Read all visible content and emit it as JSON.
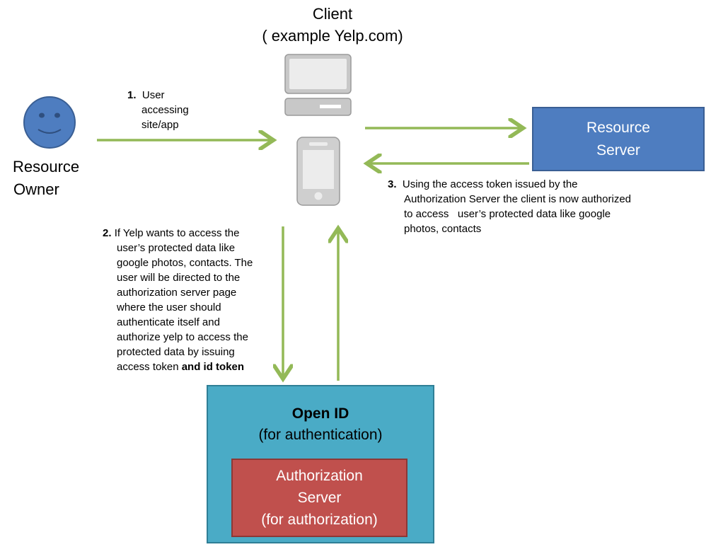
{
  "client": {
    "title_line1": "Client",
    "title_line2": "( example Yelp.com)"
  },
  "resource_owner": {
    "label_line1": "Resource",
    "label_line2": "Owner"
  },
  "resource_server": {
    "label_line1": "Resource",
    "label_line2": "Server"
  },
  "step1": {
    "number": "1.",
    "line1": "User",
    "line2": "accessing",
    "line3": "site/app"
  },
  "step2": {
    "number": "2.",
    "line1": "If Yelp wants to access the",
    "line2": "user’s protected data like",
    "line3": "google photos, contacts. The",
    "line4": "user will be directed to the",
    "line5": "authorization server page",
    "line6": "where the user should",
    "line7": "authenticate itself and",
    "line8": "authorize yelp to access the",
    "line9": "protected data by issuing",
    "line10_plain": "access token ",
    "line10_bold": "and id token"
  },
  "step3": {
    "number": "3.",
    "line1": "Using the access token issued by the",
    "line2": "Authorization Server the client is now authorized",
    "line3": "to access   user’s protected data like google",
    "line4": "photos, contacts"
  },
  "openid": {
    "title": "Open ID",
    "subtitle": "(for authentication)"
  },
  "authorization_server": {
    "line1": "Authorization",
    "line2": "Server",
    "line3": "(for authorization)"
  },
  "colors": {
    "arrow": "#93b957",
    "resource_server": "#4e7dc0",
    "openid": "#4aabc6",
    "authorization_server": "#c0504d",
    "face": "#4e7dc0",
    "device": "#cfcfcf"
  },
  "icons": [
    "smiley-face-icon",
    "desktop-monitor-icon",
    "mobile-phone-icon"
  ]
}
